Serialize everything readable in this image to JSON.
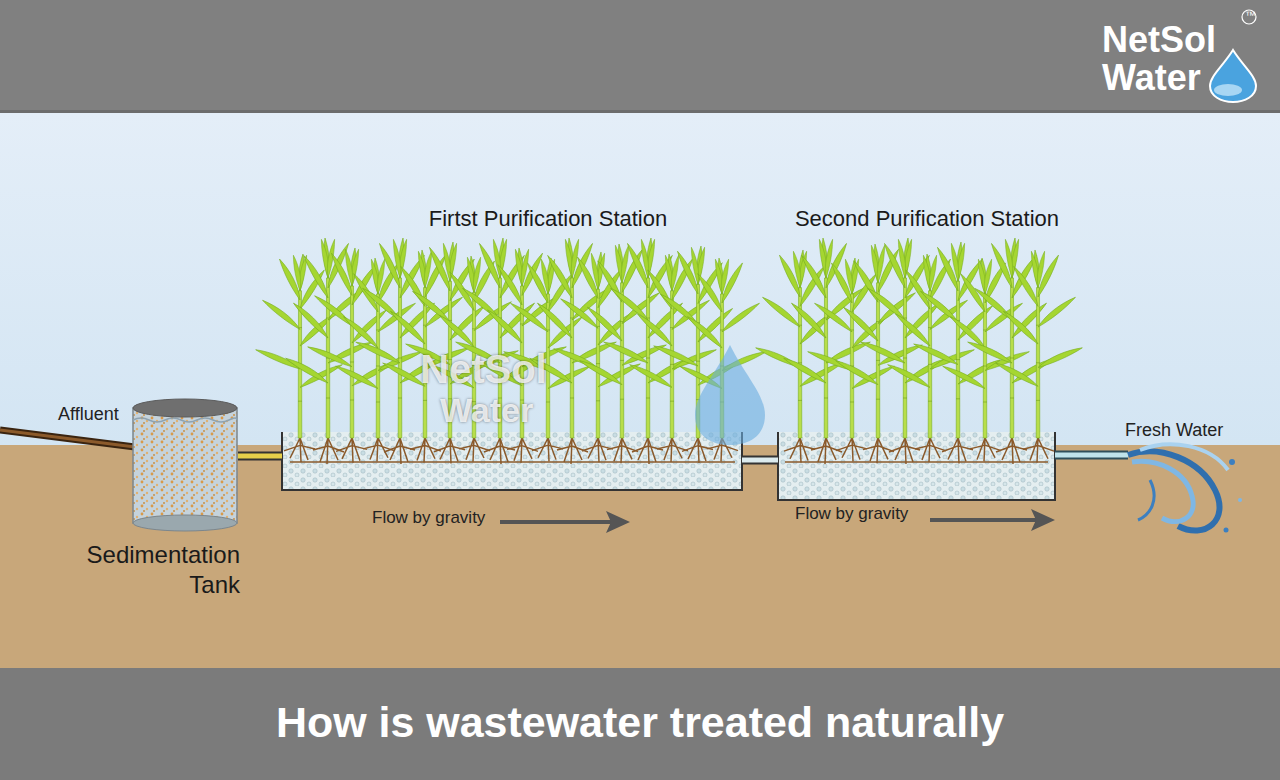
{
  "diagram": {
    "title": "How is wastewater treated naturally",
    "nodes": [
      {
        "text": [
          "Sedimentation Tank"
        ]
      },
      {
        "text": [
          "Firtst Purification Station"
        ]
      },
      {
        "text": [
          "Second Purification Station"
        ]
      }
    ],
    "edges": [
      {
        "from": 0,
        "to": 1,
        "arrow": "none"
      },
      {
        "from": 1,
        "to": 2,
        "arrow": "none"
      }
    ],
    "labels": [
      "NetSol",
      "Water",
      "™",
      "NetSol",
      "Water",
      "Affluent",
      "Flow by gravity",
      "Flow by gravity",
      "Fresh Water"
    ]
  }
}
